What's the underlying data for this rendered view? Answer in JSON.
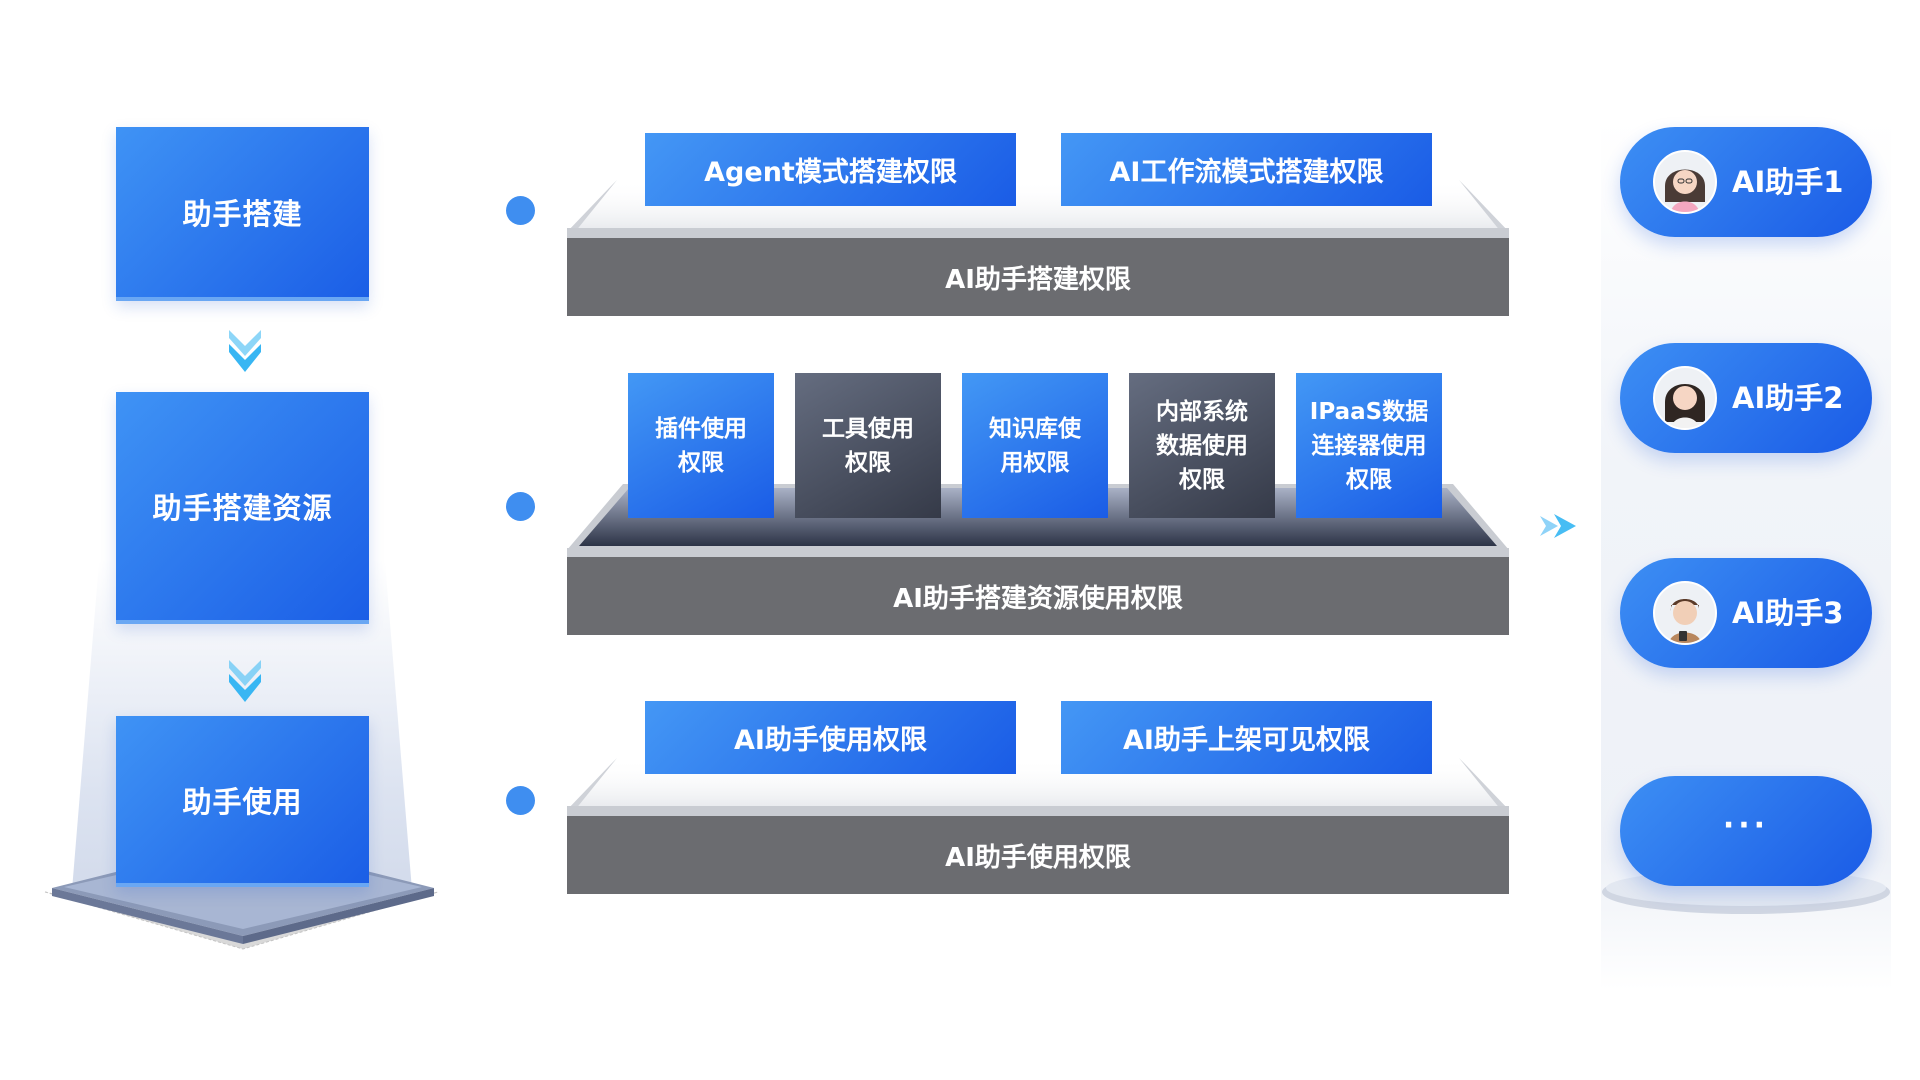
{
  "steps": [
    {
      "label": "助手搭建"
    },
    {
      "label": "助手搭建资源"
    },
    {
      "label": "助手使用"
    }
  ],
  "layers": {
    "build": {
      "base": "AI助手搭建权限",
      "items": [
        "Agent模式搭建权限",
        "AI工作流模式搭建权限"
      ]
    },
    "resource": {
      "base": "AI助手搭建资源使用权限",
      "tiles": [
        {
          "label": "插件使用权限",
          "style": "blue"
        },
        {
          "label": "工具使用权限",
          "style": "dark"
        },
        {
          "label": "知识库使用权限",
          "style": "blue"
        },
        {
          "label": "内部系统数据使用权限",
          "style": "dark"
        },
        {
          "label": "IPaaS数据连接器使用权限",
          "style": "blue"
        }
      ]
    },
    "usage": {
      "base": "AI助手使用权限",
      "items": [
        "AI助手使用权限",
        "AI助手上架可见权限"
      ]
    }
  },
  "assistants": [
    {
      "label": "AI助手1",
      "icon": "female-avatar-icon"
    },
    {
      "label": "AI助手2",
      "icon": "female-avatar-icon"
    },
    {
      "label": "AI助手3",
      "icon": "male-avatar-icon"
    },
    {
      "label": "···",
      "icon": ""
    }
  ],
  "colors": {
    "primary_blue": "#1a5ce6",
    "light_blue": "#4497f5",
    "dark_tile": "#353a48",
    "base_gray": "#6b6c70",
    "dot_blue": "#3f8ef0"
  }
}
